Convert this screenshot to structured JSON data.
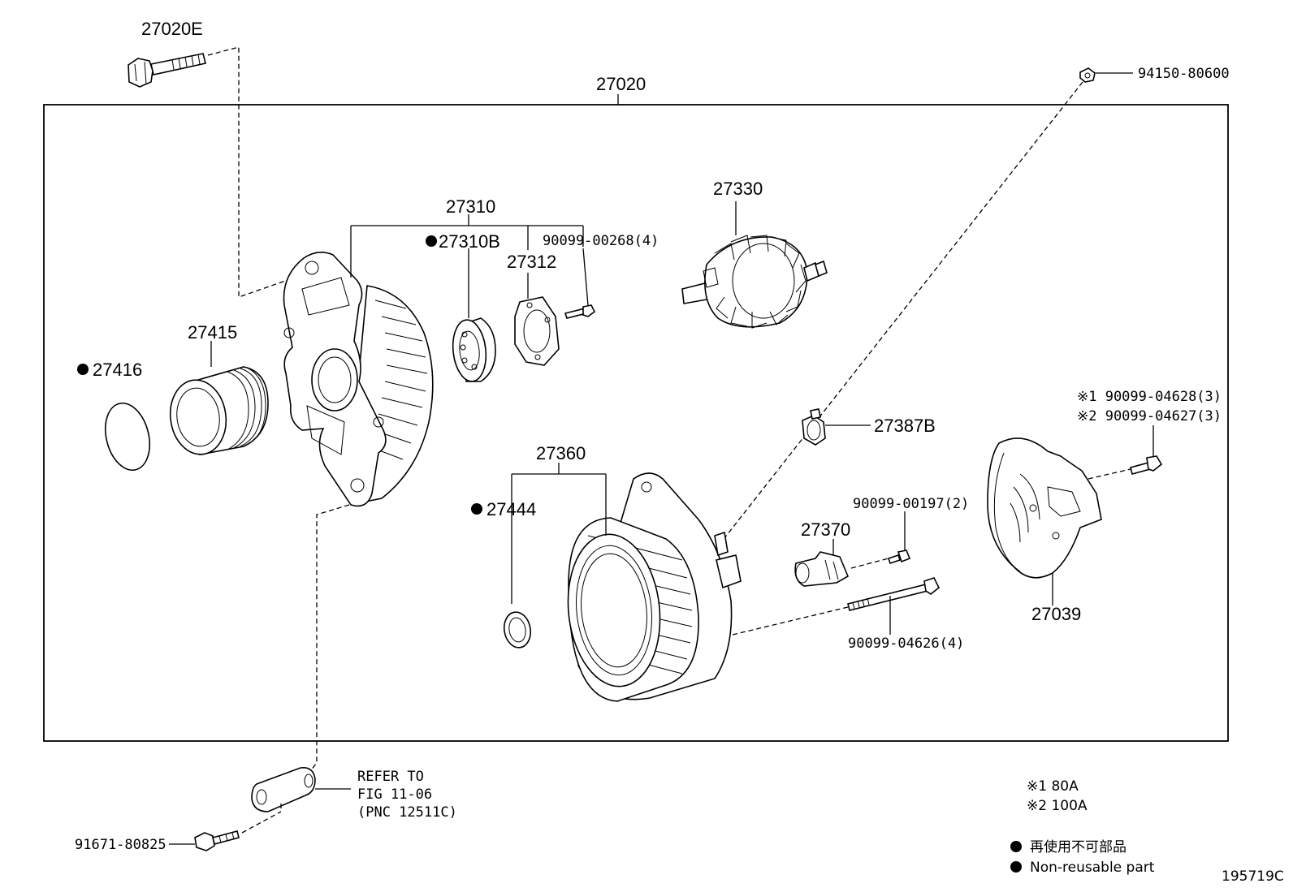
{
  "labels": {
    "p27020E": "27020E",
    "p27020": "27020",
    "p94150": "94150-80600",
    "p27310": "27310",
    "p27310B": "27310B",
    "p90099_00268": "90099-00268(4)",
    "p27312": "27312",
    "p27330": "27330",
    "p27415": "27415",
    "p27416": "27416",
    "p27387B": "27387B",
    "p90099_04628": "※1 90099-04628(3)",
    "p90099_04627": "※2 90099-04627(3)",
    "p27360": "27360",
    "p27444": "27444",
    "p90099_00197": "90099-00197(2)",
    "p27370": "27370",
    "p27039": "27039",
    "p90099_04626": "90099-04626(4)",
    "refer1": "REFER TO",
    "refer2": "FIG 11-06",
    "refer3": "(PNC 12511C)",
    "p91671": "91671-80825"
  },
  "legend": {
    "note1": "※1 80A",
    "note2": "※2 100A",
    "jp": "再使用不可部品",
    "en": "Non-reusable part"
  },
  "figure_id": "195719C"
}
